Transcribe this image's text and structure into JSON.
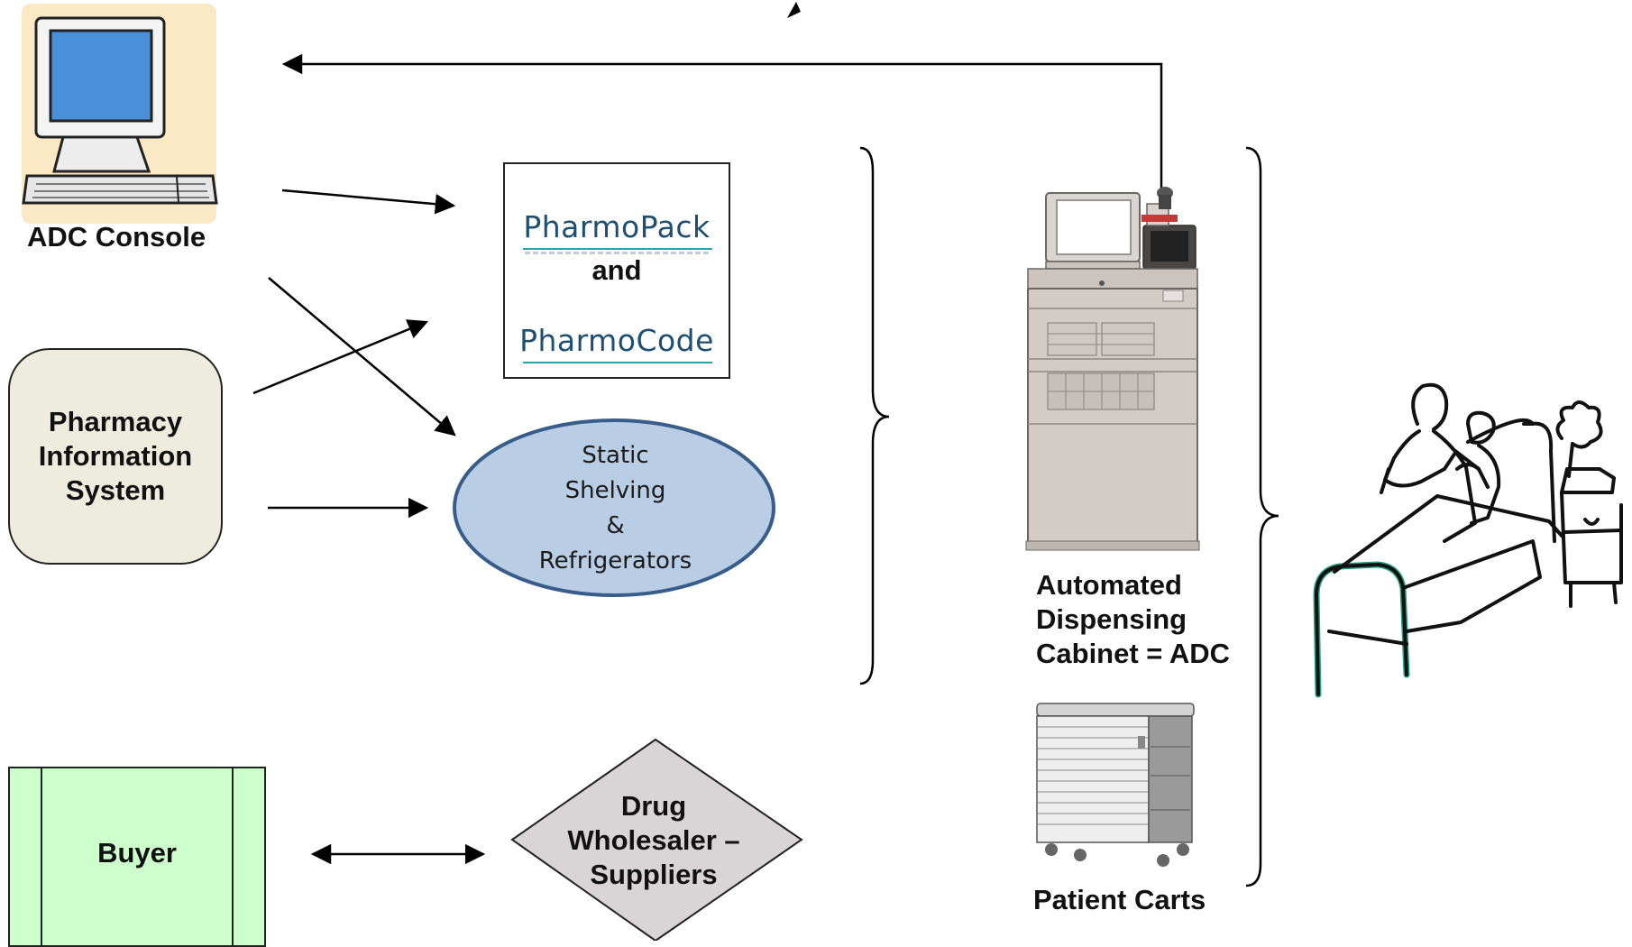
{
  "nodes": {
    "adc_console": {
      "label": "ADC Console"
    },
    "pharmacy_information_system": {
      "lines": [
        "Pharmacy",
        "Information",
        "System"
      ]
    },
    "pharmopack_box": {
      "logo_top": "PharmoPack",
      "connector": "and",
      "logo_bottom": "PharmoCode"
    },
    "static_shelving": {
      "lines": [
        "Static",
        "Shelving",
        "&",
        "Refrigerators"
      ]
    },
    "adc": {
      "lines": [
        "Automated",
        "Dispensing",
        "Cabinet = ADC"
      ]
    },
    "patient_carts": {
      "label": "Patient Carts"
    },
    "buyer": {
      "label": "Buyer"
    },
    "drug_wholesaler": {
      "lines": [
        "Drug",
        "Wholesaler –",
        "Suppliers"
      ]
    }
  },
  "colors": {
    "pis_fill": "#eeecdf",
    "buyer_fill": "#ccffcc",
    "ellipse_fill": "#b9cde5",
    "ellipse_stroke": "#385d8a",
    "diamond_fill": "#d9d4d6",
    "logo_text": "#1e4f72",
    "logo_accent": "#2aa4a8",
    "bed_accent": "#1fa37e"
  },
  "icons": [
    "computer-icon",
    "adc-cabinet-icon",
    "patient-cart-icon",
    "patient-bed-illustration"
  ]
}
